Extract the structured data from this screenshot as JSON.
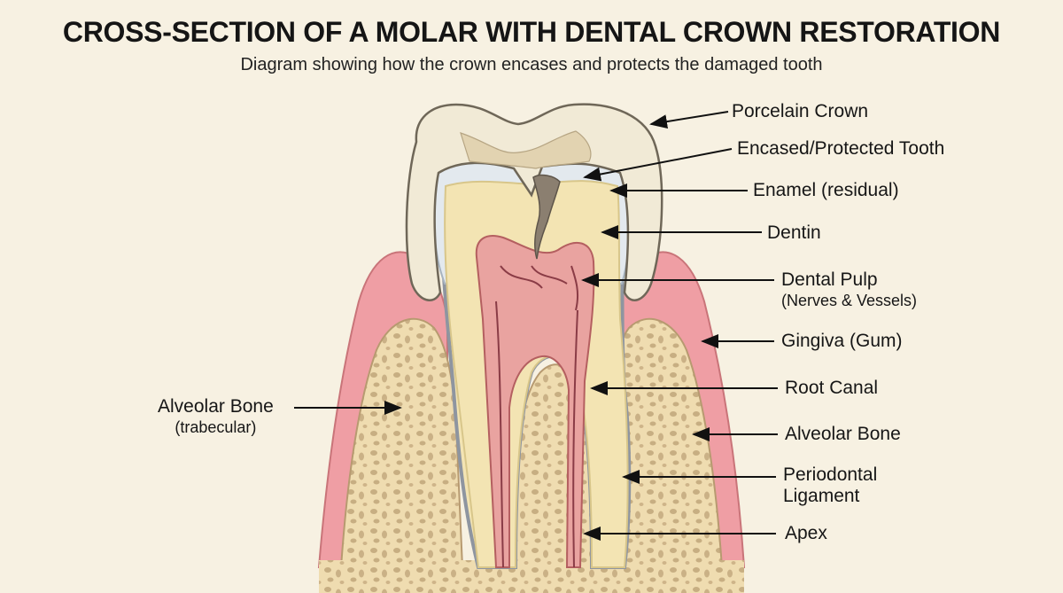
{
  "title": "CROSS-SECTION OF A MOLAR WITH DENTAL CROWN RESTORATION",
  "subtitle": "Diagram showing how the crown encases and protects the damaged tooth",
  "labels": {
    "porcelain_crown": "Porcelain Crown",
    "encased_tooth": "Encased/Protected Tooth",
    "enamel": "Enamel (residual)",
    "dentin": "Dentin",
    "pulp": "Dental Pulp",
    "pulp_sub": "(Nerves & Vessels)",
    "gingiva": "Gingiva (Gum)",
    "root_canal": "Root Canal",
    "alveolar_bone_right": "Alveolar Bone",
    "pdl_line1": "Periodontal",
    "pdl_line2": "Ligament",
    "apex": "Apex",
    "alveolar_bone_left": "Alveolar Bone",
    "alveolar_bone_left_sub": "(trabecular)"
  },
  "colors": {
    "background": "#f7f1e2",
    "crown": "#f1ead6",
    "enamel": "#e3e9ee",
    "dentin": "#f3e4b3",
    "pulp": "#e9a3a0",
    "gingiva": "#ef9ea4",
    "bone": "#efdcb0",
    "bone_pores": "#b79a70"
  }
}
